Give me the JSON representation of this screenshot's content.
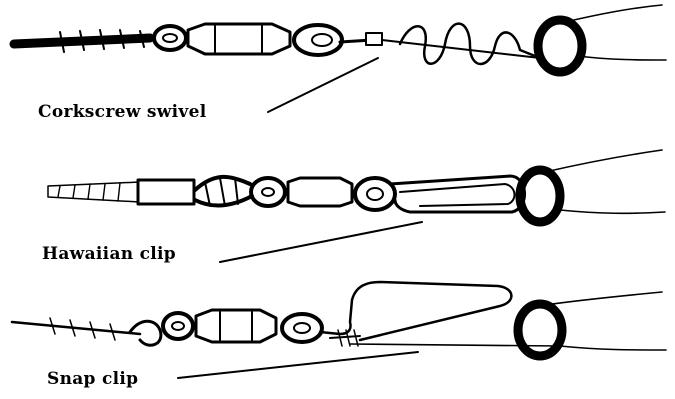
{
  "labels": {
    "corkscrew": "Corkscrew swivel",
    "hawaiian": "Hawaiian clip",
    "snap": "Snap clip"
  },
  "colors": {
    "ink": "#000000",
    "paper": "#ffffff"
  }
}
